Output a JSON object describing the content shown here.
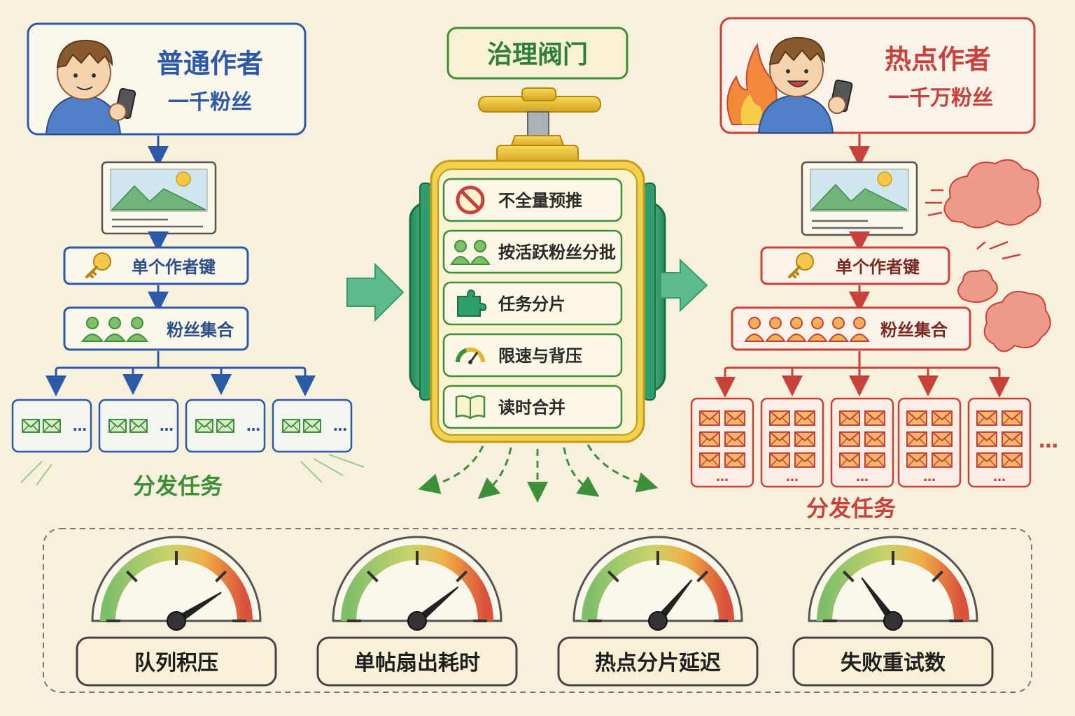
{
  "normal_author": {
    "title": "普通作者",
    "followers": "一千粉丝",
    "author_key": "单个作者键",
    "fan_set": "粉丝集合",
    "task_dots": "…",
    "dispatch_label": "分发任务"
  },
  "valve": {
    "title": "治理阀门",
    "items": [
      {
        "label": "不全量预推",
        "icon": "no-entry-icon"
      },
      {
        "label": "按活跃粉丝分批",
        "icon": "users-icon"
      },
      {
        "label": "任务分片",
        "icon": "puzzle-icon"
      },
      {
        "label": "限速与背压",
        "icon": "speedometer-icon"
      },
      {
        "label": "读时合并",
        "icon": "book-icon"
      }
    ]
  },
  "hot_author": {
    "title": "热点作者",
    "followers": "一千万粉丝",
    "author_key": "单个作者键",
    "fan_set": "粉丝集合",
    "task_dots": "…",
    "more_dots": "…",
    "dispatch_label": "分发任务"
  },
  "gauges": [
    {
      "label": "队列积压",
      "level": 0.82
    },
    {
      "label": "单帖扇出耗时",
      "level": 0.78
    },
    {
      "label": "热点分片延迟",
      "level": 0.72
    },
    {
      "label": "失败重试数",
      "level": 0.3
    }
  ],
  "colors": {
    "normal": "#2c5aa8",
    "hot": "#c8413a",
    "valve_green": "#2e9e6a",
    "valve_yellow": "#e3b72f",
    "task_green": "#3d8f3a",
    "background": "#f7f0dd"
  }
}
